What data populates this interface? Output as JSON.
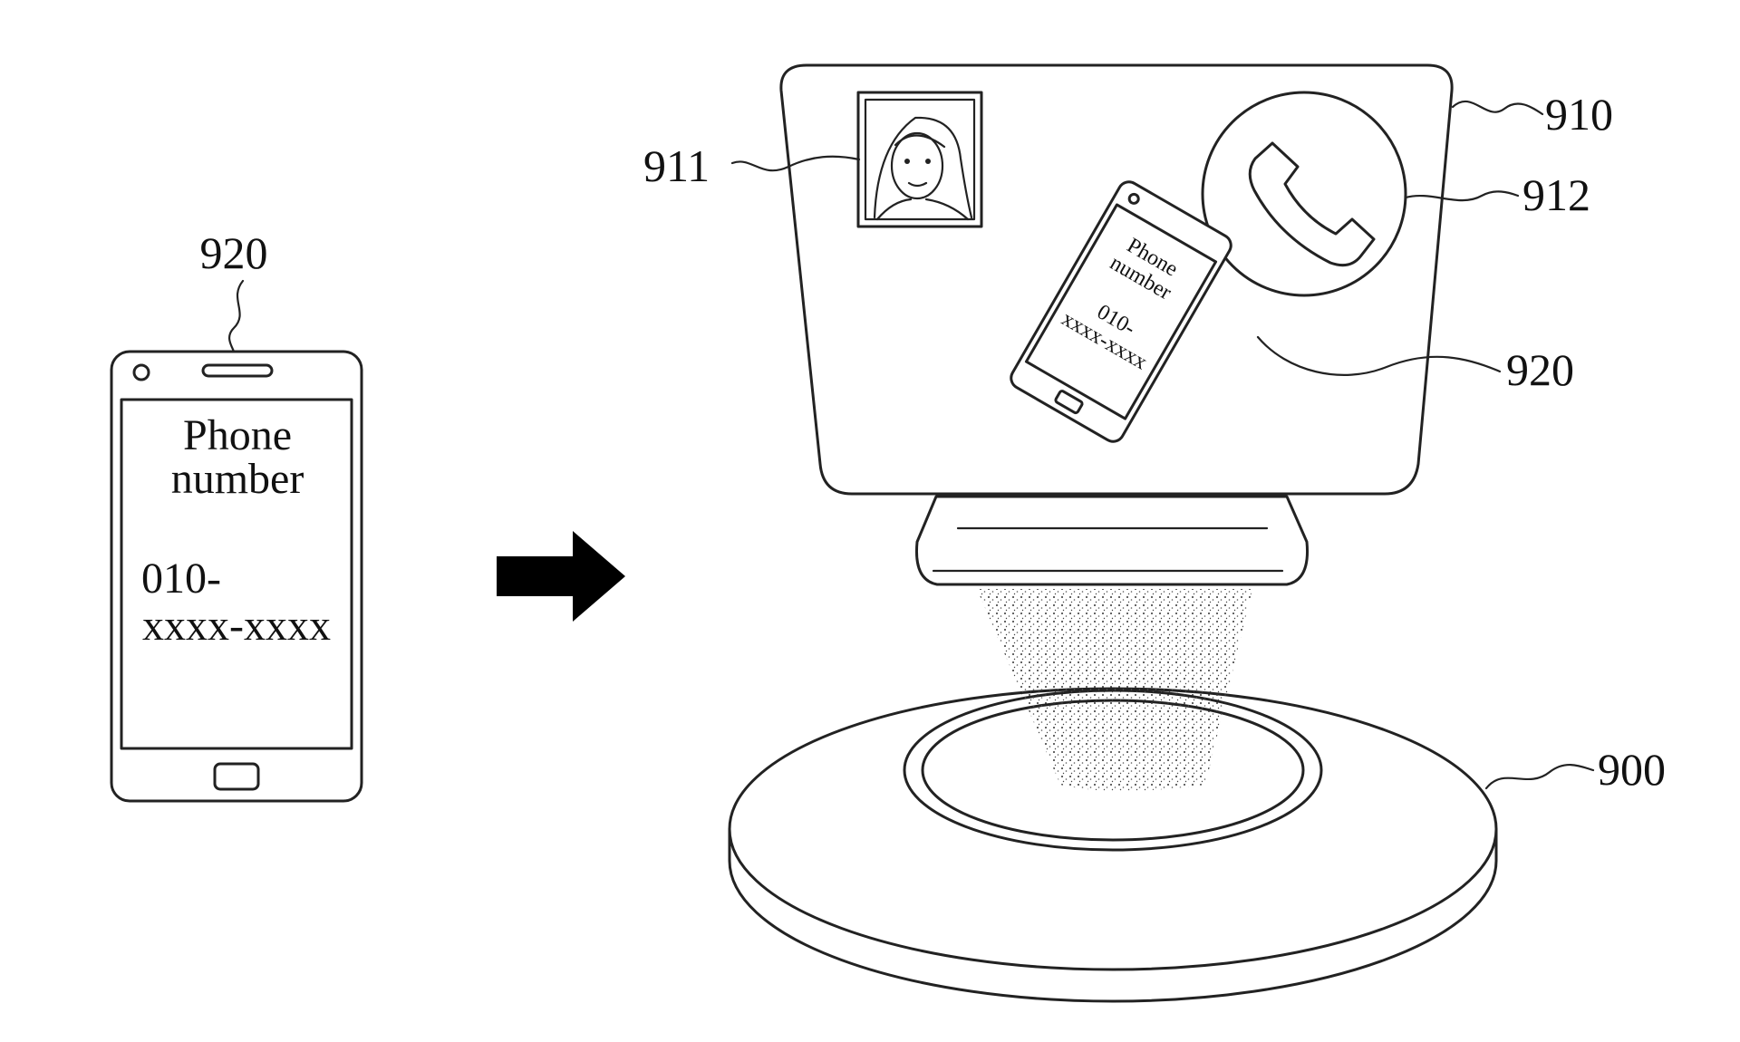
{
  "reference_numerals": {
    "hologram_device": "900",
    "hologram_image": "910",
    "contact_photo": "911",
    "call_icon": "912",
    "phone_left": "920",
    "phone_right": "920"
  },
  "left_phone": {
    "line1": "Phone",
    "line2": "number",
    "line3": "010-",
    "line4": "xxxx-xxxx"
  },
  "hologram_phone": {
    "line1": "Phone",
    "line2": "number",
    "line3": "010-",
    "line4": "xxxx-xxxx"
  },
  "arrow_icon": "right-arrow-icon",
  "colors": {
    "line": "#222222",
    "background": "#ffffff"
  }
}
